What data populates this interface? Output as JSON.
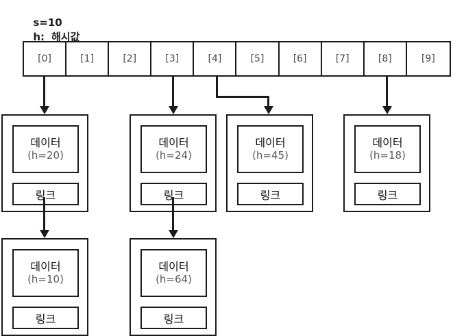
{
  "legend": {
    "size_line": "s=10",
    "hash_key": "h:",
    "hash_value": "해시값"
  },
  "array": {
    "name": "hash-bucket-array",
    "cells": [
      {
        "label": "[0]",
        "index": 0,
        "occupied": true
      },
      {
        "label": "[1]",
        "index": 1,
        "occupied": false
      },
      {
        "label": "[2]",
        "index": 2,
        "occupied": false
      },
      {
        "label": "[3]",
        "index": 3,
        "occupied": true
      },
      {
        "label": "[4]",
        "index": 4,
        "occupied": true
      },
      {
        "label": "[5]",
        "index": 5,
        "occupied": false
      },
      {
        "label": "[6]",
        "index": 6,
        "occupied": false
      },
      {
        "label": "[7]",
        "index": 7,
        "occupied": false
      },
      {
        "label": "[8]",
        "index": 8,
        "occupied": true
      },
      {
        "label": "[9]",
        "index": 9,
        "occupied": false
      }
    ]
  },
  "nodes": [
    {
      "id": "n0-head",
      "bucket": "[0]",
      "data_label": "데이터",
      "hash_text": "(h=20)",
      "hash": 20,
      "link_label": "링크",
      "has_next": true
    },
    {
      "id": "n3-head",
      "bucket": "[3]",
      "data_label": "데이터",
      "hash_text": "(h=24)",
      "hash": 24,
      "link_label": "링크",
      "has_next": true
    },
    {
      "id": "n4-head",
      "bucket": "[4]",
      "data_label": "데이터",
      "hash_text": "(h=45)",
      "hash": 45,
      "link_label": "링크",
      "has_next": false
    },
    {
      "id": "n8-head",
      "bucket": "[8]",
      "data_label": "데이터",
      "hash_text": "(h=18)",
      "hash": 18,
      "link_label": "링크",
      "has_next": false
    },
    {
      "id": "n0-second",
      "bucket": "[0]",
      "data_label": "데이터",
      "hash_text": "(h=10)",
      "hash": 10,
      "link_label": "링크",
      "has_next": false
    },
    {
      "id": "n3-second",
      "bucket": "[3]",
      "data_label": "데이터",
      "hash_text": "(h=64)",
      "hash": 64,
      "link_label": "링크",
      "has_next": false
    }
  ],
  "colors": {
    "stroke": "#1a1a1a",
    "background": "#ffffff",
    "cell_label": "#4a4a4a",
    "hash_text": "#5a5a5a"
  }
}
